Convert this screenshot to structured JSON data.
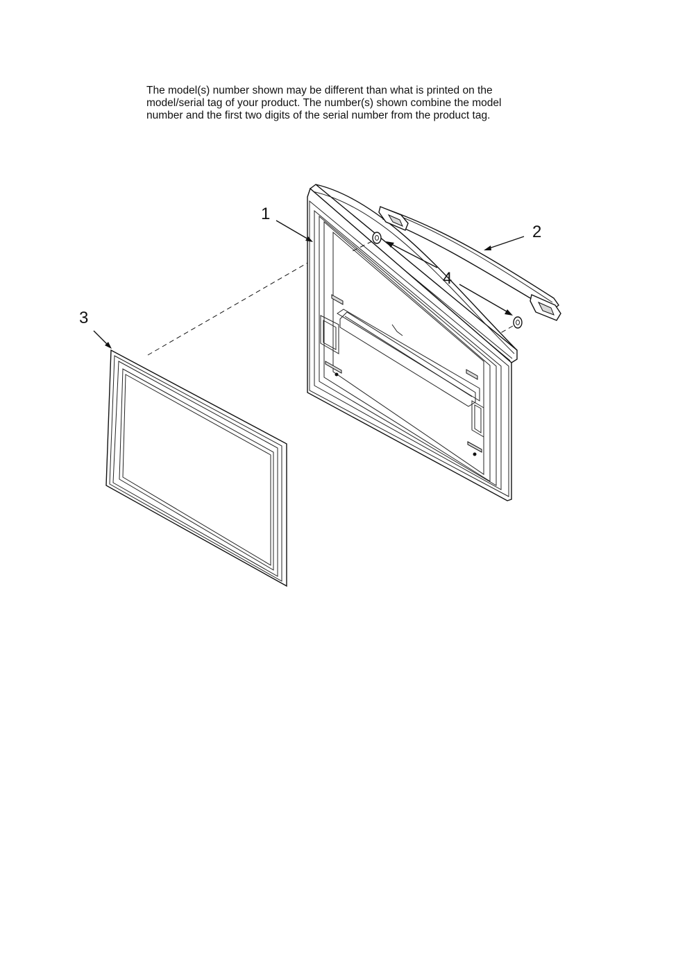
{
  "notice": {
    "lines": [
      "The model(s) number shown may be different than what is printed on the",
      "model/serial tag of your product. The number(s) shown combine the model",
      "number and the first two digits of the serial number from the product tag."
    ]
  },
  "callouts": {
    "door": "1",
    "handle": "2",
    "gasket": "3",
    "screws": "4"
  }
}
